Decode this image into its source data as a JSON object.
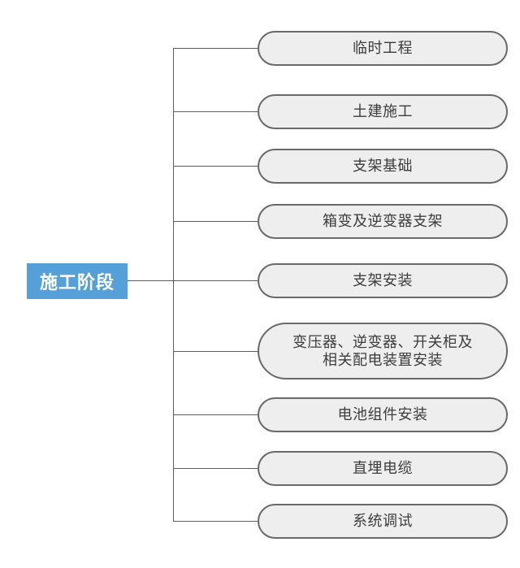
{
  "diagram": {
    "type": "tree",
    "root": {
      "label": "施工阶段"
    },
    "stages": [
      {
        "label": "临时工程"
      },
      {
        "label": "土建施工"
      },
      {
        "label": "支架基础"
      },
      {
        "label": "箱变及逆变器支架"
      },
      {
        "label": "支架安装"
      },
      {
        "label": "变压器、逆变器、开关柜及\n相关配电装置安装"
      },
      {
        "label": "电池组件安装"
      },
      {
        "label": "直埋电缆"
      },
      {
        "label": "系统调试"
      }
    ],
    "colors": {
      "root_fill": "#55a0d9",
      "root_text": "#ffffff",
      "node_fill": "#eeeeef",
      "node_border": "#696969",
      "node_text": "#3d3d3d",
      "connector": "#5c5c5c"
    }
  }
}
